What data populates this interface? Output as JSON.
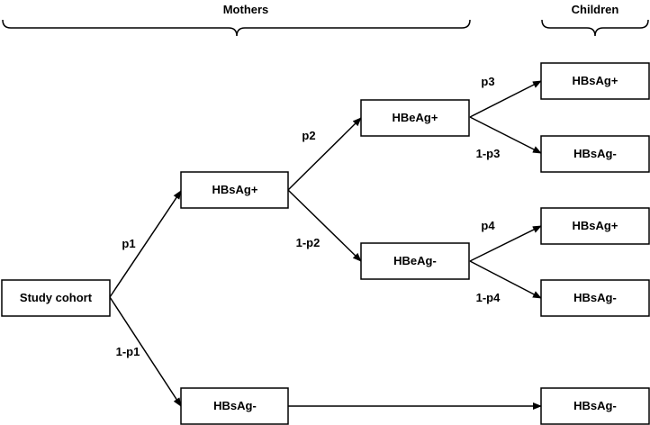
{
  "headers": {
    "mothers": "Mothers",
    "children": "Children"
  },
  "nodes": {
    "study_cohort": "Study cohort",
    "mother_hbsag_pos": "HBsAg+",
    "mother_hbsag_neg": "HBsAg-",
    "mother_hbeag_pos": "HBeAg+",
    "mother_hbeag_neg": "HBeAg-",
    "child_1": "HBsAg+",
    "child_2": "HBsAg-",
    "child_3": "HBsAg+",
    "child_4": "HBsAg-",
    "child_5": "HBsAg-"
  },
  "edge_labels": {
    "p1": "p1",
    "one_minus_p1": "1-p1",
    "p2": "p2",
    "one_minus_p2": "1-p2",
    "p3": "p3",
    "one_minus_p3": "1-p3",
    "p4": "p4",
    "one_minus_p4": "1-p4"
  }
}
